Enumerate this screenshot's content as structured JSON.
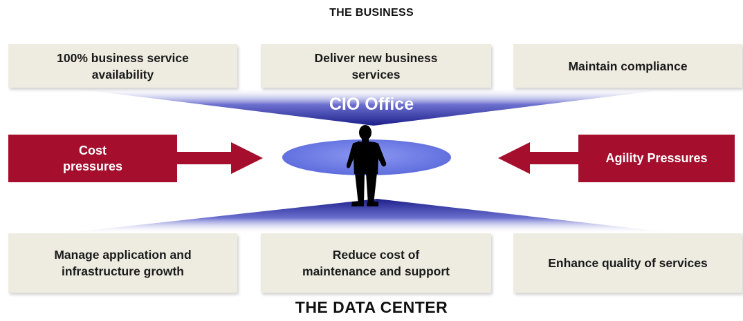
{
  "header": {
    "title": "THE BUSINESS"
  },
  "footer": {
    "title": "THE DATA CENTER"
  },
  "center": {
    "label": "CIO Office"
  },
  "top_boxes": [
    "100% business service\navailability",
    "Deliver new business\nservices",
    "Maintain compliance"
  ],
  "bottom_boxes": [
    "Manage application and\ninfrastructure growth",
    "Reduce cost of\nmaintenance and support",
    "Enhance quality of services"
  ],
  "pressures": {
    "left": "Cost\npressures",
    "right": "Agility Pressures"
  },
  "colors": {
    "box_fill": "#eeece1",
    "pressure_red": "#a50e2c",
    "beam_blue": "#2b2d97",
    "ellipse_blue": "#6f7ee8",
    "figure": "#000000"
  },
  "icons": {
    "figure": "standing-person-silhouette-icon",
    "left_arrow": "arrow-right-icon",
    "right_arrow": "arrow-left-icon"
  }
}
